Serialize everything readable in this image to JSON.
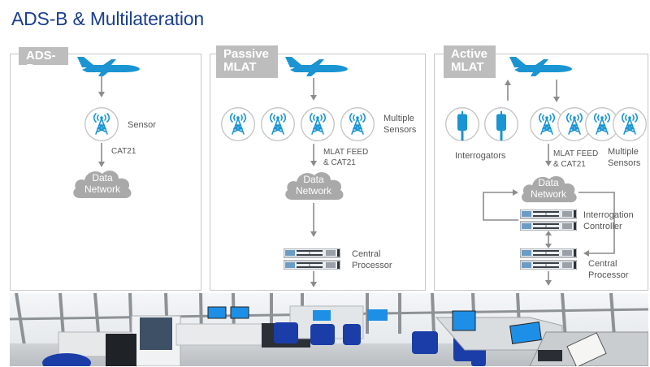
{
  "title": "ADS-B & Multilateration",
  "colors": {
    "title": "#1b3f8f",
    "accent_blue": "#1a94d2",
    "panel_tag_bg": "#bdbdbd",
    "cloud": "#a9a9a9",
    "arrow": "#8c8c8c"
  },
  "panels": {
    "adsb": {
      "tag": "ADS-B",
      "sensor_label": "Sensor",
      "link_label": "CAT21",
      "cloud_line1": "Data",
      "cloud_line2": "Network"
    },
    "passive": {
      "tag_line1": "Passive",
      "tag_line2": "MLAT",
      "sensors_line1": "Multiple",
      "sensors_line2": "Sensors",
      "feed_line1": "MLAT FEED",
      "feed_line2": "& CAT21",
      "cloud_line1": "Data",
      "cloud_line2": "Network",
      "processor_line1": "Central",
      "processor_line2": "Processor"
    },
    "active": {
      "tag_line1": "Active",
      "tag_line2": "MLAT",
      "interrogators_label": "Interrogators",
      "feed_line1": "MLAT FEED",
      "feed_line2": "& CAT21",
      "sensors_line1": "Multiple",
      "sensors_line2": "Sensors",
      "cloud_line1": "Data",
      "cloud_line2": "Network",
      "controller_line1": "Interrogation",
      "controller_line2": "Controller",
      "processor_line1": "Central",
      "processor_line2": "Processor"
    }
  },
  "photo": {
    "description": "Air traffic control room with blue chairs and monitors"
  }
}
